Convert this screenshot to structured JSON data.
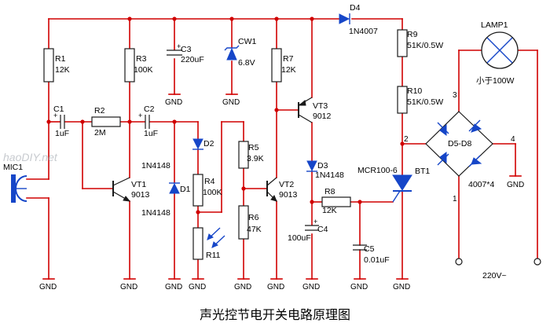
{
  "title": "声光控节电开关电路原理图",
  "watermark": "haoDIY.net",
  "ground_label": "GND",
  "components": {
    "R1": {
      "ref": "R1",
      "value": "12K"
    },
    "R2": {
      "ref": "R2",
      "value": "2M"
    },
    "R3": {
      "ref": "R3",
      "value": "100K"
    },
    "R4": {
      "ref": "R4",
      "value": "100K"
    },
    "R5": {
      "ref": "R5",
      "value": "3.9K"
    },
    "R6": {
      "ref": "R6",
      "value": "47K"
    },
    "R7": {
      "ref": "R7",
      "value": "12K"
    },
    "R8": {
      "ref": "R8",
      "value": "12K"
    },
    "R9": {
      "ref": "R9",
      "value": "51K/0.5W"
    },
    "R10": {
      "ref": "R10",
      "value": "51K/0.5W"
    },
    "R11": {
      "ref": "R11"
    },
    "C1": {
      "ref": "C1",
      "value": "1uF"
    },
    "C2": {
      "ref": "C2",
      "value": "1uF"
    },
    "C3": {
      "ref": "C3",
      "value": "220uF"
    },
    "C4": {
      "ref": "C4",
      "value": "100uF"
    },
    "C5": {
      "ref": "C5",
      "value": "0.01uF"
    },
    "D1": {
      "ref": "D1",
      "value": "1N4148"
    },
    "D2": {
      "ref": "D2",
      "value": "1N4148"
    },
    "D3": {
      "ref": "D3",
      "value": "1N4148"
    },
    "D4": {
      "ref": "D4",
      "value": "1N4007"
    },
    "CW1": {
      "ref": "CW1",
      "value": "6.8V"
    },
    "VT1": {
      "ref": "VT1",
      "value": "9013"
    },
    "VT2": {
      "ref": "VT2",
      "value": "9013"
    },
    "VT3": {
      "ref": "VT3",
      "value": "9012"
    },
    "BT1": {
      "ref": "BT1",
      "value": "MCR100-6"
    },
    "BRIDGE": {
      "ref": "D5-D8",
      "value": "4007*4"
    },
    "LAMP1": {
      "ref": "LAMP1",
      "value": "小于100W"
    },
    "MIC1": {
      "ref": "MIC1"
    }
  },
  "pins": {
    "p1": "1",
    "p2": "2",
    "p3": "3",
    "p4": "4"
  },
  "supply": "220V~"
}
